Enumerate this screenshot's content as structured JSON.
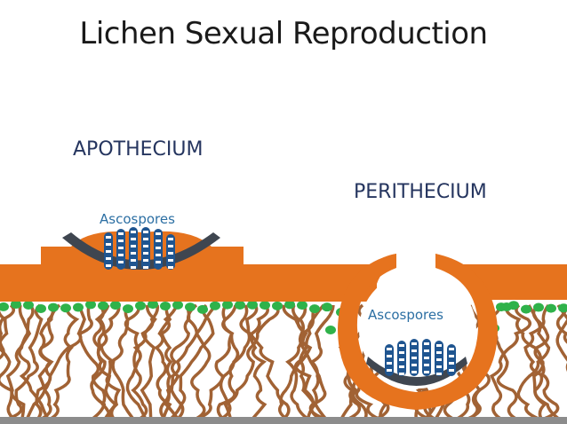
{
  "title": "Lichen Sexual Reproduction",
  "labels": {
    "apothecium": "APOTHECIUM",
    "perithecium": "PERITHECIUM",
    "ascospores_left": "Ascospores",
    "ascospores_right": "Ascospores"
  },
  "colors": {
    "thallus_orange": "#e6731e",
    "hyphae_brown": "#9c5a2a",
    "algae_green": "#2fb24a",
    "hymenium_dark": "#3f4650",
    "ascus_blue": "#1f5590",
    "label_navy": "#25355f",
    "ascospore_blue": "#2c6fa3"
  }
}
